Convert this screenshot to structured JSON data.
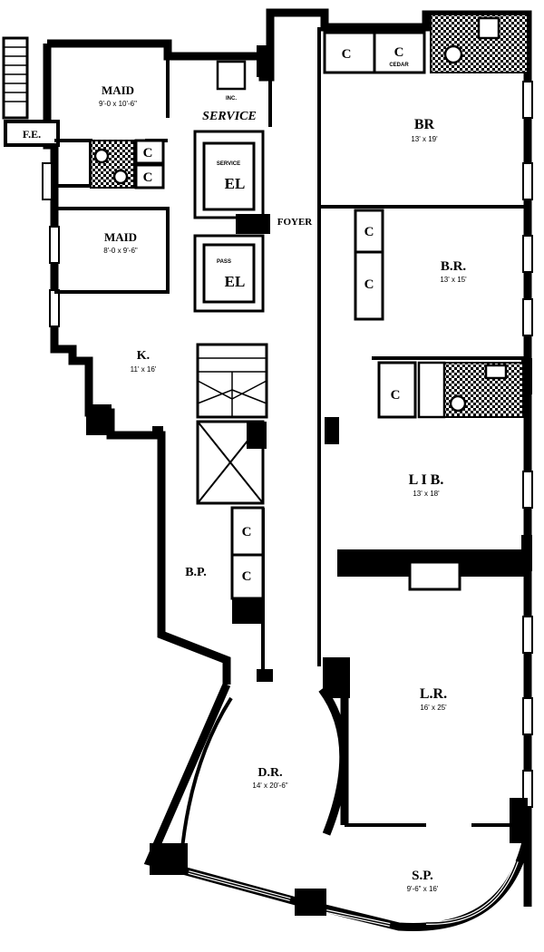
{
  "rooms": {
    "maid1": {
      "name": "MAID",
      "dims": "9'-0 x 10'-6\""
    },
    "maid2": {
      "name": "MAID",
      "dims": "8'-0 x 9'-6\""
    },
    "kitchen": {
      "name": "K.",
      "dims": "11' x 16'"
    },
    "service": {
      "name": "SERVICE"
    },
    "foyer": {
      "name": "FOYER"
    },
    "bp": {
      "name": "B.P."
    },
    "br1": {
      "name": "BR",
      "dims": "13' x 19'"
    },
    "br2": {
      "name": "B.R.",
      "dims": "13' x 15'"
    },
    "lib": {
      "name": "L I B.",
      "dims": "13' x 18'"
    },
    "lr": {
      "name": "L.R.",
      "dims": "16' x 25'"
    },
    "dr": {
      "name": "D.R.",
      "dims": "14' x 20'-6\""
    },
    "sp": {
      "name": "S.P.",
      "dims": "9'-6\" x 16'"
    },
    "fe": {
      "name": "F.E."
    }
  },
  "elevators": {
    "service": {
      "small": "SERVICE",
      "code": "EL"
    },
    "pass": {
      "small": "PASS",
      "code": "EL"
    }
  },
  "closets": {
    "label": "C",
    "cedar": "CEDAR"
  },
  "misc": {
    "inc": "INC."
  }
}
